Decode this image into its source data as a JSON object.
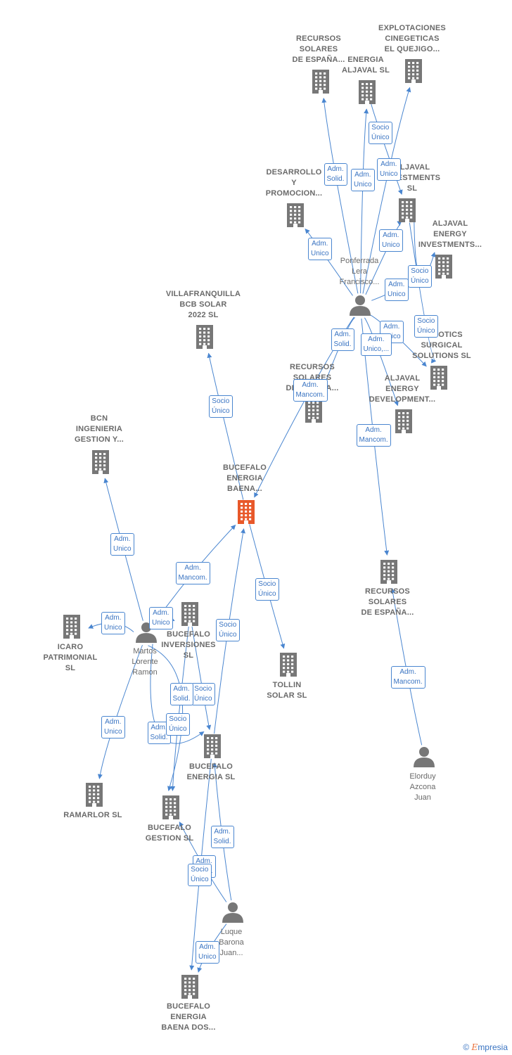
{
  "colors": {
    "edge": "#4a86d0",
    "node": "#777777",
    "focus": "#e8582a"
  },
  "nodes": [
    {
      "id": "recursos_top",
      "type": "company",
      "label": "RECURSOS\nSOLARES\nDE ESPAÑA..."
    },
    {
      "id": "explotaciones",
      "type": "company",
      "label": "EXPLOTACIONES\nCINEGETICAS\nEL QUEJIGO..."
    },
    {
      "id": "energia_aljaval",
      "type": "company",
      "label": "ENERGIA\nALJAVAL  SL"
    },
    {
      "id": "desarrollo",
      "type": "company",
      "label": "DESARROLLO\nY\nPROMOCION..."
    },
    {
      "id": "aljaval_inv_sl",
      "type": "company",
      "label": "ALJAVAL\nINVESTMENTS\nSL"
    },
    {
      "id": "aljaval_energy_inv",
      "type": "company",
      "label": "ALJAVAL\nENERGY\nINVESTMENTS..."
    },
    {
      "id": "ponferrada",
      "type": "person",
      "label": "Ponferrada\nLera\nFrancisco..."
    },
    {
      "id": "robotics",
      "type": "company",
      "label": "ROBOTICS\nSURGICAL\nSOLUTIONS  SL"
    },
    {
      "id": "recursos_mid",
      "type": "company",
      "label": "RECURSOS\nSOLARES\nDE ESPAÑA..."
    },
    {
      "id": "aljaval_energy_dev",
      "type": "company",
      "label": "ALJAVAL\nENERGY\nDEVELOPMENT..."
    },
    {
      "id": "villafranquilla",
      "type": "company",
      "label": "VILLAFRANQUILLA\nBCB SOLAR\n2022  SL"
    },
    {
      "id": "bcn",
      "type": "company",
      "label": "BCN\nINGENIERIA\nGESTION Y..."
    },
    {
      "id": "bucefalo_baena",
      "type": "focus",
      "label": "BUCEFALO\nENERGIA\nBAENA..."
    },
    {
      "id": "recursos_low",
      "type": "company",
      "label": "RECURSOS\nSOLARES\nDE ESPAÑA..."
    },
    {
      "id": "icaro",
      "type": "company",
      "label": "ICARO\nPATRIMONIAL\nSL"
    },
    {
      "id": "martos",
      "type": "person",
      "label": "Martos\nLorente\nRamon"
    },
    {
      "id": "bucefalo_inv",
      "type": "company",
      "label": "BUCEFALO\nINVERSIONES\nSL"
    },
    {
      "id": "tollin",
      "type": "company",
      "label": "TOLLIN\nSOLAR  SL"
    },
    {
      "id": "elorduy",
      "type": "person",
      "label": "Elorduy\nAzcona\nJuan"
    },
    {
      "id": "ramarlor",
      "type": "company",
      "label": "RAMARLOR  SL"
    },
    {
      "id": "bucefalo_energia",
      "type": "company",
      "label": "BUCEFALO\nENERGIA  SL"
    },
    {
      "id": "bucefalo_gestion",
      "type": "company",
      "label": "BUCEFALO\nGESTION  SL"
    },
    {
      "id": "luque",
      "type": "person",
      "label": "Luque\nBarona\nJuan..."
    },
    {
      "id": "bucefalo_dos",
      "type": "company",
      "label": "BUCEFALO\nENERGIA\nBAENA DOS..."
    }
  ],
  "edges": [
    {
      "from": "ponferrada",
      "to": "recursos_top",
      "label": "Adm.\nSolid."
    },
    {
      "from": "ponferrada",
      "to": "energia_aljaval",
      "label": "Adm.\nUnico"
    },
    {
      "from": "ponferrada",
      "to": "explotaciones",
      "label": "Adm.\nUnico"
    },
    {
      "from": "energia_aljaval",
      "to": "aljaval_inv_sl",
      "label": "Socio\nÚnico"
    },
    {
      "from": "ponferrada",
      "to": "desarrollo",
      "label": "Adm.\nUnico"
    },
    {
      "from": "ponferrada",
      "to": "aljaval_inv_sl",
      "label": "Adm.\nUnico"
    },
    {
      "from": "aljaval_inv_sl",
      "to": "aljaval_energy_inv",
      "label": "Socio\nÚnico"
    },
    {
      "from": "ponferrada",
      "to": "aljaval_energy_inv",
      "label": "Adm.\nUnico"
    },
    {
      "from": "aljaval_inv_sl",
      "to": "robotics",
      "label": "Socio\nÚnico"
    },
    {
      "from": "ponferrada",
      "to": "robotics",
      "label": "Adm.\nUnico"
    },
    {
      "from": "ponferrada",
      "to": "recursos_mid",
      "label": "Adm.\nSolid."
    },
    {
      "from": "ponferrada",
      "to": "aljaval_energy_dev",
      "label": "Adm.\nUnico,..."
    },
    {
      "from": "ponferrada",
      "to": "bucefalo_baena",
      "label": "Adm.\nMancom."
    },
    {
      "from": "ponferrada",
      "to": "recursos_low",
      "label": "Adm.\nMancom."
    },
    {
      "from": "bucefalo_baena",
      "to": "villafranquilla",
      "label": "Socio\nÚnico"
    },
    {
      "from": "martos",
      "to": "bcn",
      "label": "Adm.\nUnico"
    },
    {
      "from": "martos",
      "to": "bucefalo_baena",
      "label": "Adm.\nMancom."
    },
    {
      "from": "martos",
      "to": "icaro",
      "label": "Adm.\nUnico"
    },
    {
      "from": "martos",
      "to": "bucefalo_inv",
      "label": "Adm.\nUnico"
    },
    {
      "from": "bucefalo_baena",
      "to": "tollin",
      "label": "Socio\nÚnico"
    },
    {
      "from": "bucefalo_energia",
      "to": "bucefalo_baena",
      "label": "Socio\nÚnico"
    },
    {
      "from": "elorduy",
      "to": "recursos_low",
      "label": "Adm.\nMancom."
    },
    {
      "from": "martos",
      "to": "ramarlor",
      "label": "Adm.\nUnico"
    },
    {
      "from": "martos",
      "to": "bucefalo_energia",
      "label": "Adm.\nSolid."
    },
    {
      "from": "bucefalo_inv",
      "to": "bucefalo_energia",
      "label": "Socio\nÚnico"
    },
    {
      "from": "martos",
      "to": "bucefalo_gestion",
      "label": "Adm.\nSolid."
    },
    {
      "from": "bucefalo_inv",
      "to": "bucefalo_gestion",
      "label": "Socio\nÚnico"
    },
    {
      "from": "luque",
      "to": "bucefalo_energia",
      "label": "Adm.\nSolid."
    },
    {
      "from": "luque",
      "to": "bucefalo_gestion",
      "label": "Adm.\nSolid."
    },
    {
      "from": "bucefalo_energia",
      "to": "bucefalo_dos",
      "label": "Socio\nÚnico"
    },
    {
      "from": "luque",
      "to": "bucefalo_dos",
      "label": "Adm.\nUnico"
    }
  ],
  "footer": {
    "copyright": "©",
    "brand_e": "E",
    "brand_rest": "mpresia"
  }
}
